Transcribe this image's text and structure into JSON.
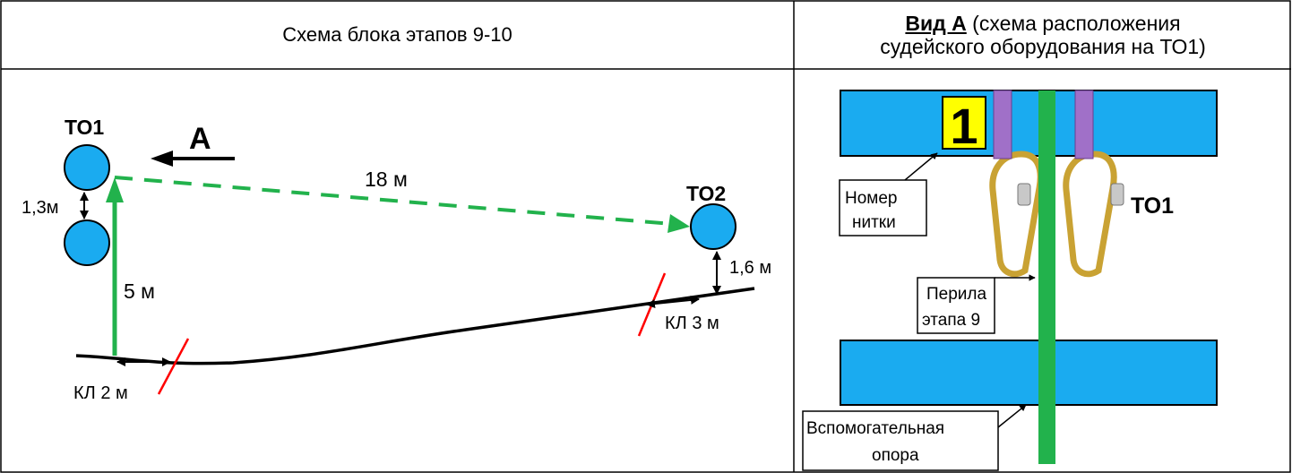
{
  "left_panel": {
    "title": "Схема блока этапов 9-10",
    "label_to1": "ТО1",
    "label_to2": "ТО2",
    "label_view_arrow": "А",
    "dist_horizontal": "18 м",
    "dist_vertical": "5 м",
    "gap_to1": "1,3м",
    "gap_to2": "1,6 м",
    "control_line_1": "КЛ 2 м",
    "control_line_2": "КЛ 3 м"
  },
  "right_panel": {
    "title_bold": "Вид А",
    "title_rest_line1": " (схема расположения",
    "title_line2": "судейского оборудования на ТО1)",
    "thread_number": "1",
    "label_thread_line1": "Номер",
    "label_thread_line2": "нитки",
    "label_to1": "ТО1",
    "label_rails_line1": "Перила",
    "label_rails_line2": "этапа 9",
    "label_support_line1": "Вспомогательная",
    "label_support_line2": "опора"
  },
  "colors": {
    "node_fill": "#1aabf0",
    "bar_fill": "#1aabf0",
    "green_line": "#22b24c",
    "red_mark": "#ff0000",
    "sling_color": "#a070c8",
    "number_bg": "#ffff00",
    "carabiner": "#c9a233"
  }
}
